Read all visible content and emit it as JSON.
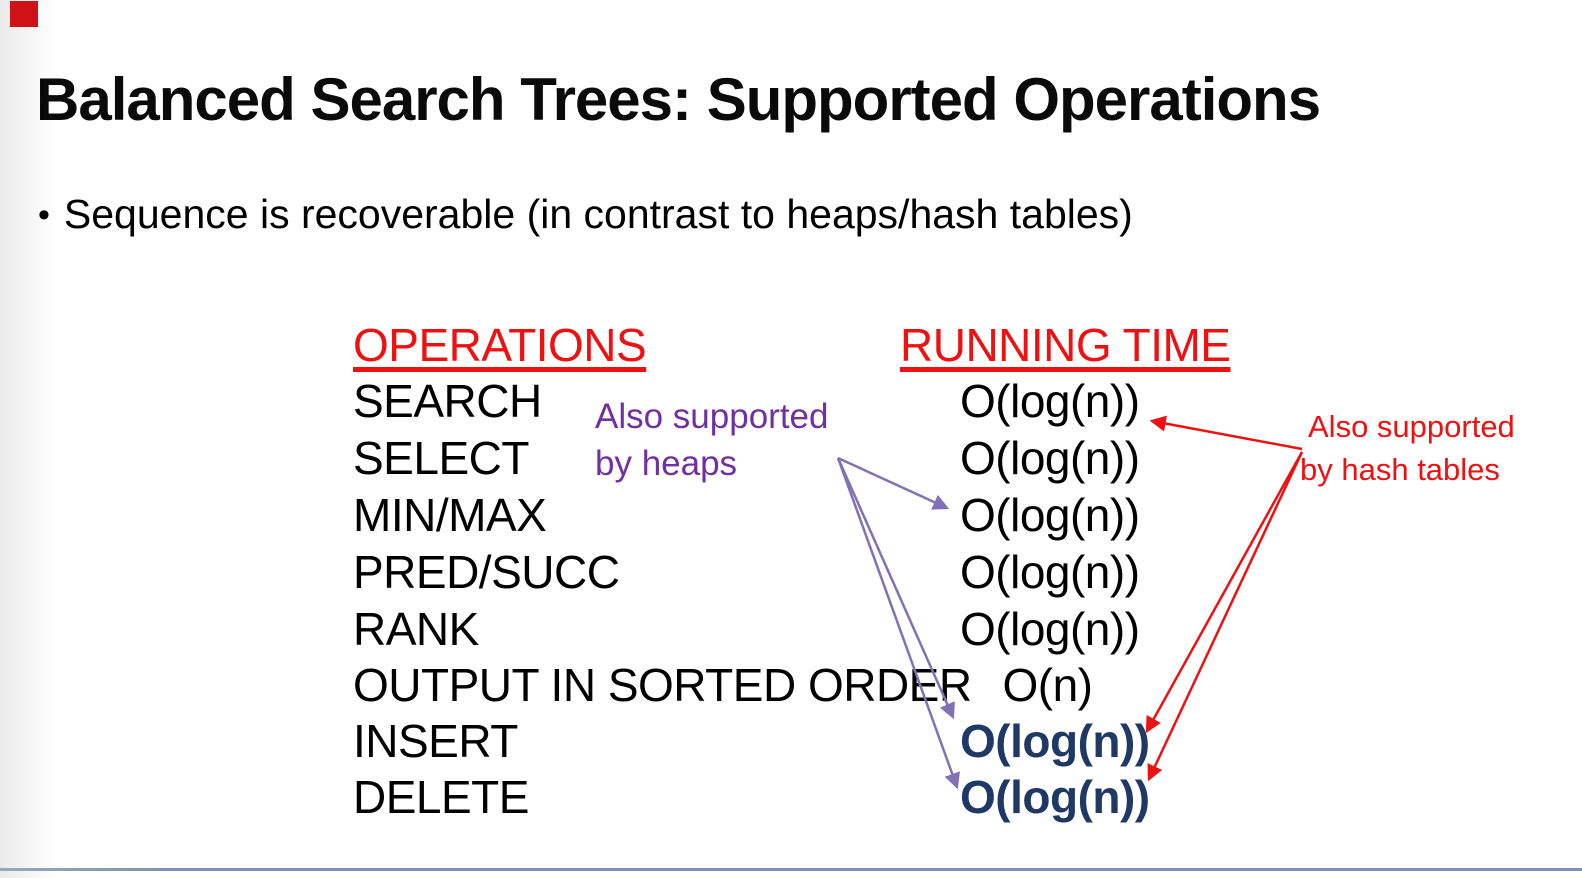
{
  "slide": {
    "title": "Balanced Search Trees: Supported Operations",
    "bullet": {
      "glyph": "•",
      "text": "Sequence is recoverable (in contrast to heaps/hash tables)"
    },
    "table": {
      "header": {
        "operations": "OPERATIONS",
        "running_time": "RUNNING TIME"
      },
      "rows": [
        {
          "op": "SEARCH",
          "time": "O(log(n))"
        },
        {
          "op": "SELECT",
          "time": "O(log(n))"
        },
        {
          "op": "MIN/MAX",
          "time": "O(log(n))"
        },
        {
          "op": "PRED/SUCC",
          "time": "O(log(n))"
        },
        {
          "op": "RANK",
          "time": "O(log(n))"
        },
        {
          "op": "OUTPUT IN SORTED ORDER",
          "time": "O(n)"
        },
        {
          "op": "INSERT",
          "time": "O(log(n))"
        },
        {
          "op": "DELETE",
          "time": "O(log(n))"
        }
      ]
    },
    "annotations": {
      "heaps_note": {
        "line1": "Also supported",
        "line2": "by heaps",
        "arrow_targets": [
          "MIN/MAX",
          "INSERT",
          "DELETE"
        ]
      },
      "hash_note": {
        "line1": "Also supported",
        "line2": "by hash tables",
        "arrow_targets": [
          "SEARCH",
          "INSERT",
          "DELETE"
        ]
      }
    },
    "colors": {
      "header_red": "#ee1111",
      "hash_note_red": "#ee1111",
      "heaps_note_purple": "#7030a0",
      "heaps_arrow_purple": "#8172b5",
      "insert_delete_navy": "#1f3864",
      "footer_line_blue": "#8093b4",
      "red_square": "#d01116"
    }
  }
}
